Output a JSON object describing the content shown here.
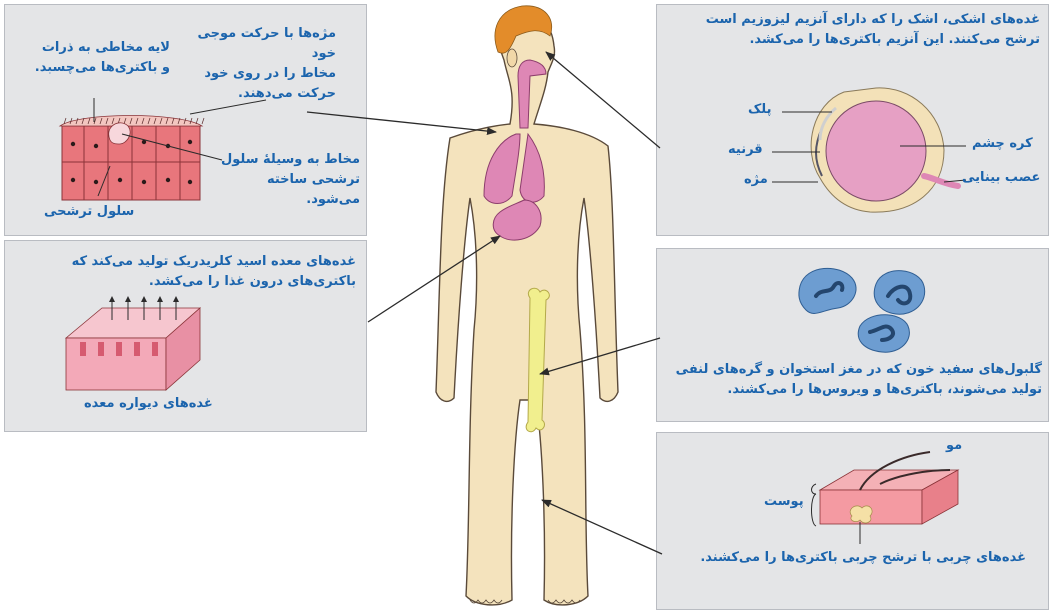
{
  "colors": {
    "panel_bg": "#e4e5e7",
    "text_blue": "#1b64ad",
    "skin": "#f4e3bd",
    "hair": "#e38c2a",
    "organ_pink": "#de87b5",
    "bone_yellow": "#f1ef8e",
    "cell_red": "#e8767c",
    "white_cell_blue": "#6d9dd1"
  },
  "panels": {
    "mucus": {
      "cilia_text": "مژه‌ها با حرکت موجی خود\nمخاط را در روی خود\nحرکت می‌دهند.",
      "mucus_layer": "لایه مخاطی به ذرات\nو باکتری‌ها می‌چسبد.",
      "goblet_text": "مخاط به وسیلهٔ سلول\nترشحی ساخته می‌شود.",
      "secretory_cell": "سلول ترشحی"
    },
    "stomach": {
      "text": "غده‌های  معده  اسید کلریدریک  تولید می‌کند که\nباکتری‌های درون غذا را می‌کشد.",
      "caption": "غده‌های دیواره معده"
    },
    "eye": {
      "text": "غده‌های اشکی، اشک را که دارای آنزیم لیزوزیم است\nترشح می‌کنند.  این آنزیم باکتری‌ها را می‌کشد.",
      "eyelid": "پلک",
      "cornea": "قرنیه",
      "eyelash": "مژه",
      "eyeball": "کره چشم",
      "optic_nerve": "عصب بینایی"
    },
    "blood": {
      "text": "گلبول‌های سفید خون که در مغز استخوان و گره‌های لنفی\nتولید می‌شوند، باکتری‌ها و ویروس‌ها را می‌کشند."
    },
    "skin": {
      "hair": "مو",
      "skin": "پوست",
      "text": "غده‌های چربی با ترشح چربی باکتری‌ها را می‌کشند."
    }
  }
}
